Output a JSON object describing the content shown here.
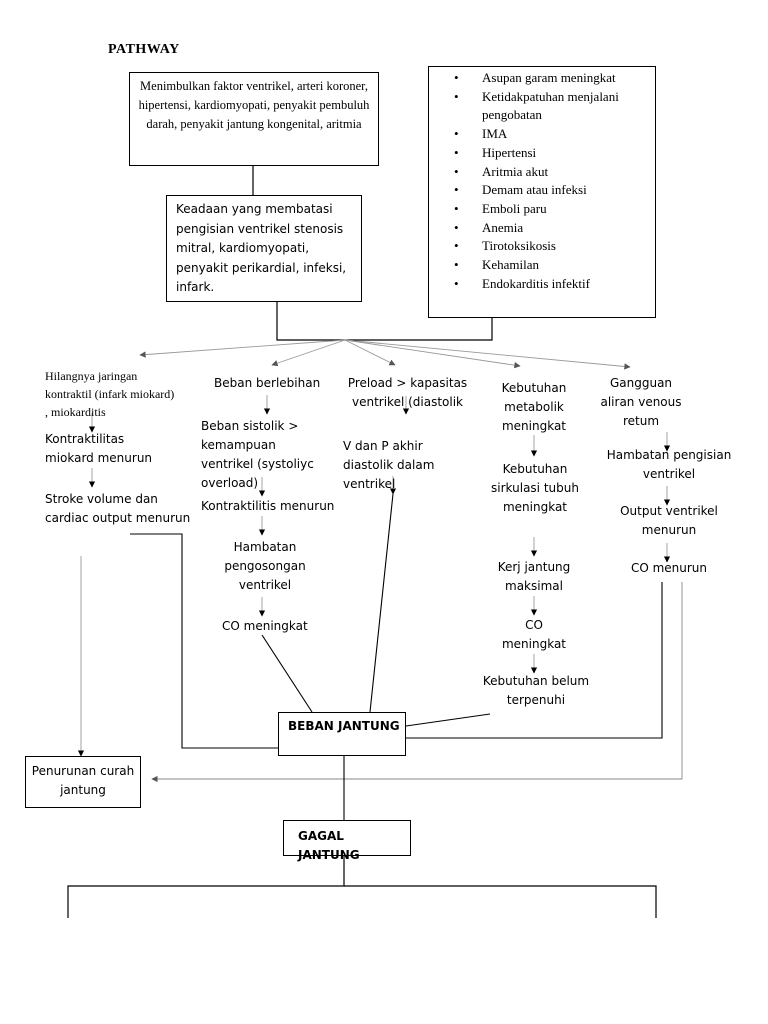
{
  "title": "PATHWAY",
  "top_left_box": "Menimbulkan faktor ventrikel, arteri koroner, hipertensi, kardiomyopati, penyakit pembuluh darah, penyakit jantung kongenital, aritmia",
  "condition_box": "Keadaan yang membatasi pengisian ventrikel stenosis mitral, kardiomyopati, penyakit perikardial, infeksi, infark.",
  "risk_factors": [
    "Asupan garam meningkat",
    "Ketidakpatuhan menjalani pengobatan",
    "IMA",
    "Hipertensi",
    "Aritmia akut",
    "Demam atau infeksi",
    "Emboli paru",
    "Anemia",
    "Tirotoksikosis",
    "Kehamilan",
    "Endokarditis infektif"
  ],
  "col1": {
    "a": "Hilangnya jaringan kontraktil (infark miokard) , miokarditis",
    "b": "Kontraktilitas miokard menurun",
    "c": "Stroke volume dan cardiac output menurun"
  },
  "col2": {
    "a": "Beban berlebihan",
    "b": "Beban sistolik > kemampuan ventrikel (systoliyc overload)",
    "c": "Kontraktilitis menurun",
    "d": "Hambatan pengosongan ventrikel",
    "e": "CO meningkat"
  },
  "col3": {
    "a": "Preload > kapasitas ventrikel (diastolik",
    "b": "V dan P akhir diastolik dalam ventrikel"
  },
  "col4": {
    "a": "Kebutuhan metabolik meningkat",
    "b": "Kebutuhan sirkulasi tubuh meningkat",
    "c": "Kerj jantung maksimal",
    "d": "CO meningkat",
    "e": "Kebutuhan belum terpenuhi"
  },
  "col5": {
    "a": "Gangguan aliran venous retum",
    "b": "Hambatan pengisian ventrikel",
    "c": "Output ventrikel menurun",
    "d": "CO menurun"
  },
  "beban_jantung": "BEBAN JANTUNG",
  "penurunan": "Penurunan curah jantung",
  "gagal_jantung": "GAGAL JANTUNG"
}
